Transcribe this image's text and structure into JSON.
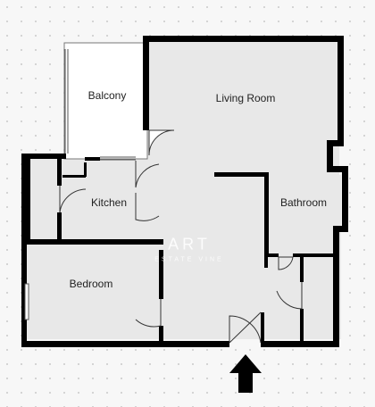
{
  "colors": {
    "background": "#f7f7f7",
    "room_fill": "#e8e8e8",
    "balcony_fill": "#ffffff",
    "wall": "#000000",
    "entrance_arrow": "#000000"
  },
  "rooms": {
    "balcony": "Balcony",
    "living_room": "Living Room",
    "kitchen": "Kitchen",
    "bathroom": "Bathroom",
    "bedroom": "Bedroom"
  },
  "watermark": {
    "main": "ART",
    "sub": "ESTATE VINE"
  },
  "entrance_icon": "arrow-up-icon"
}
